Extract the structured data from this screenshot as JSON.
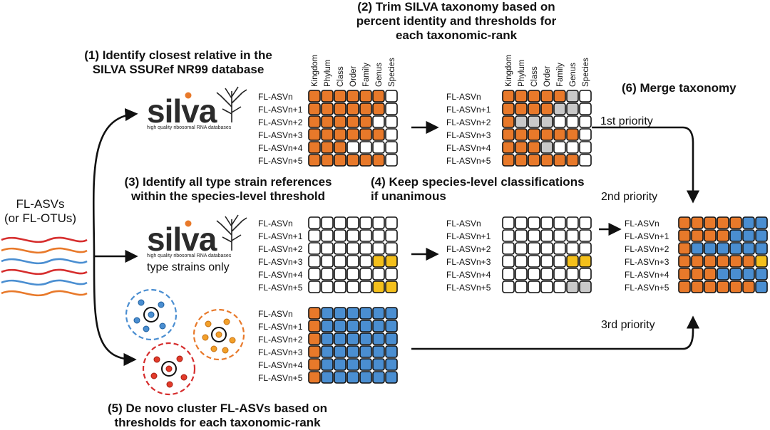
{
  "steps": {
    "s1": "(1) Identify closest relative in the\nSILVA SSURef NR99 database",
    "s2": "(2) Trim SILVA taxonomy based on\npercent identity and thresholds for\neach taxonomic-rank",
    "s3": "(3) Identify all type strain references\nwithin the species-level threshold",
    "s4": "(4) Keep species-level classifications\nif unanimous",
    "s5": "(5) De novo cluster FL-ASVs based on\nthresholds for each taxonomic-rank",
    "s6": "(6) Merge taxonomy"
  },
  "input_label": "FL-ASVs\n(or FL-OTUs)",
  "priorities": {
    "p1": "1st priority",
    "p2": "2nd priority",
    "p3": "3rd priority"
  },
  "logo": {
    "word": "silva",
    "tagline": "high quality ribosomal RNA databases",
    "note": "type strains only"
  },
  "ranks": [
    "Kingdom",
    "Phylum",
    "Class",
    "Order",
    "Family",
    "Genus",
    "Species"
  ],
  "rows": [
    "FL-ASVn",
    "FL-ASVn+1",
    "FL-ASVn+2",
    "FL-ASVn+3",
    "FL-ASVn+4",
    "FL-ASVn+5"
  ],
  "colors": {
    "O": "#e8792a",
    "W": "#ffffff",
    "G": "#c9c9c9",
    "Y": "#f4c01c",
    "B": "#4a8ed1",
    "stroke": "#111111"
  },
  "grids": [
    {
      "name": "grid-silva-raw",
      "cols": true,
      "cells": [
        "OOOOOOW",
        "OOOOOOW",
        "OOOOOWW",
        "OOOOOOW",
        "OOOWWWW",
        "OOOOOOW"
      ]
    },
    {
      "name": "grid-silva-trimmed",
      "cols": true,
      "cells": [
        "OOOOOGW",
        "OOOOGGW",
        "OGGGWWW",
        "OOOOOOW",
        "OOOGWWW",
        "OOOOOOW"
      ]
    },
    {
      "name": "grid-type-strains",
      "cols": false,
      "cells": [
        "WWWWWWW",
        "WWWWWWW",
        "WWWWWWW",
        "WWWWWYY",
        "WWWWWWW",
        "WWWWWYY"
      ]
    },
    {
      "name": "grid-species-kept",
      "cols": false,
      "cells": [
        "WWWWWWW",
        "WWWWWWW",
        "WWWWWWW",
        "WWWWWYY",
        "WWWWWWW",
        "WWWWWGG"
      ]
    },
    {
      "name": "grid-denovo",
      "cols": false,
      "cells": [
        "OBBBBBB",
        "OBBBBBB",
        "OBBBBBB",
        "OBBBBBB",
        "OBBBBBB",
        "OBBBBBB"
      ]
    },
    {
      "name": "grid-merged",
      "cols": false,
      "cells": [
        "OOOOOBB",
        "OOOOBBB",
        "OBBBBBB",
        "OOOOOOY",
        "OOOBBBB",
        "OOOOOOB"
      ]
    }
  ]
}
